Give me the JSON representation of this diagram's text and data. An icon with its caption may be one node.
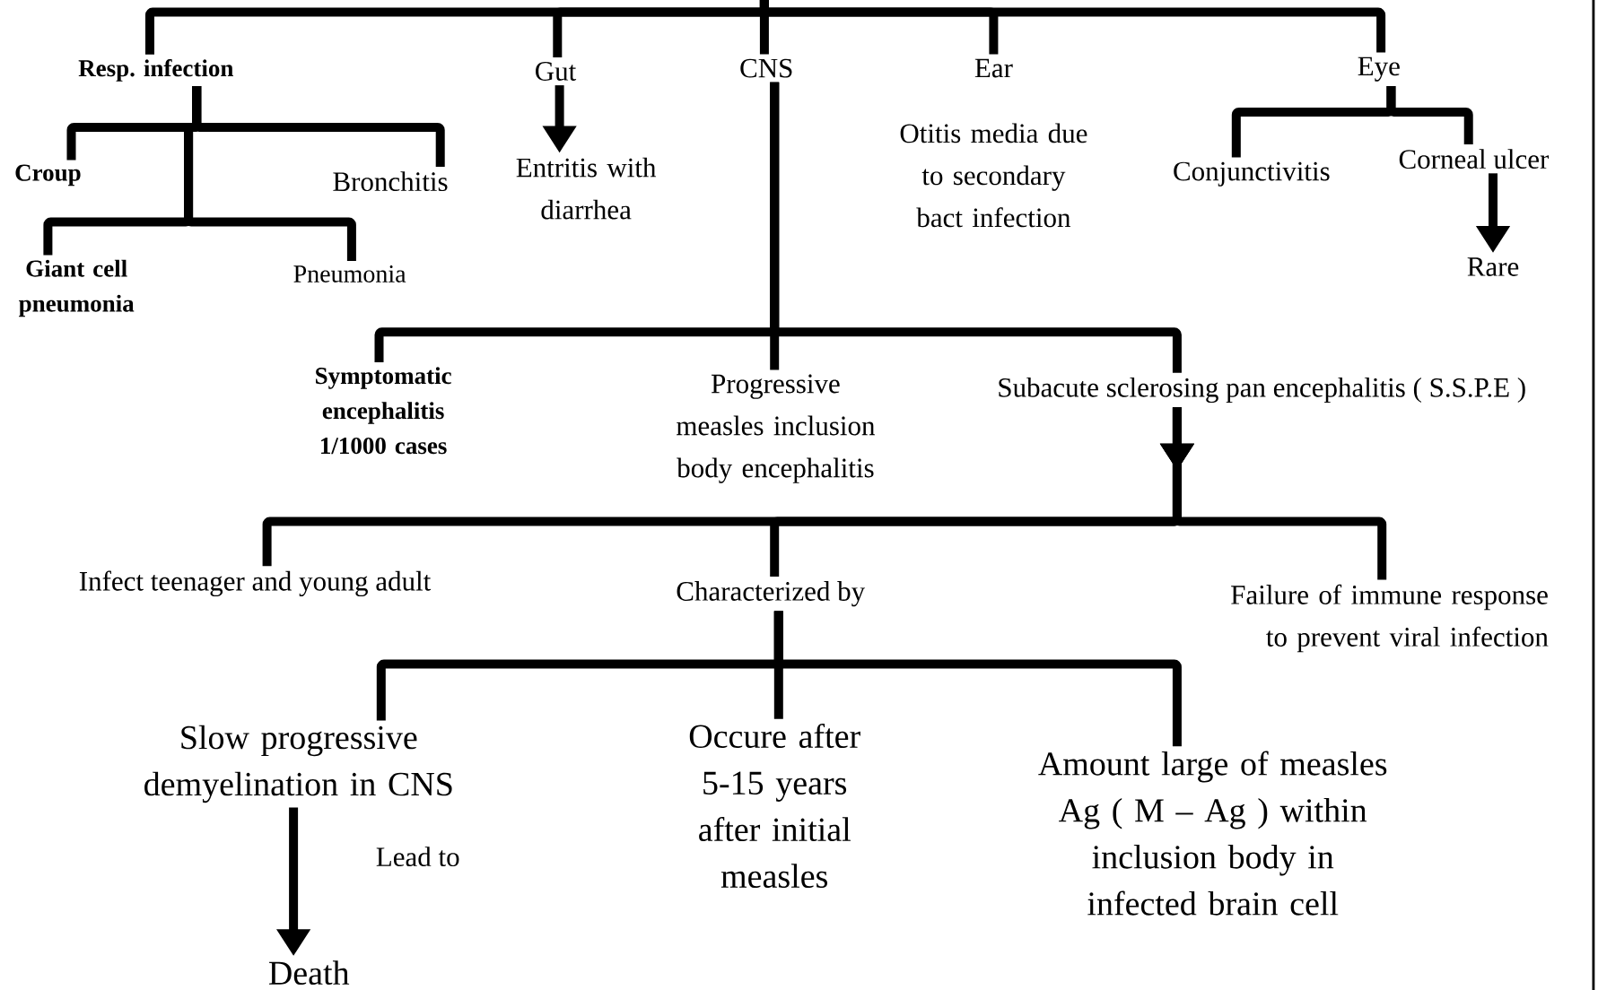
{
  "diagram": {
    "nodes": [
      {
        "text": [
          "Resp. infection"
        ]
      },
      {
        "text": [
          "Croup"
        ]
      },
      {
        "text": [
          "Bronchitis"
        ]
      },
      {
        "text": [
          "Giant cell pneumonia"
        ]
      },
      {
        "text": [
          "Pneumonia"
        ]
      },
      {
        "text": [
          "Gut"
        ]
      },
      {
        "text": [
          "Entritis with diarrhea"
        ]
      },
      {
        "text": [
          "CNS"
        ]
      },
      {
        "text": [
          "Ear"
        ],
        "beside": [
          "Otitis media due to secondary bact infection"
        ]
      },
      {
        "text": [
          "Eye"
        ]
      },
      {
        "text": [
          "Conjunctivitis"
        ]
      },
      {
        "text": [
          "Corneal ulcer"
        ]
      },
      {
        "text": [
          "Rare"
        ]
      },
      {
        "text": [
          "Symptomatic encephalitis 1/1000 cases"
        ]
      },
      {
        "text": [
          "Progressive measles inclusion body encephalitis"
        ]
      },
      {
        "text": [
          "Subacute sclerosing pan encephalitis ( S.S.P.E )"
        ]
      },
      {
        "text": [
          "Infect teenager and young adult"
        ]
      },
      {
        "text": [
          "Characterized by"
        ]
      },
      {
        "text": [
          "Failure of immune response to prevent viral infection"
        ]
      },
      {
        "text": [
          "Slow progressive demyelination in CNS"
        ]
      },
      {
        "text": [
          "Occure after 5-15 years after initial measles"
        ]
      },
      {
        "text": [
          "Amount large of measles Ag ( M – Ag ) within inclusion body in infected brain cell"
        ]
      },
      {
        "text": [
          "Death"
        ]
      }
    ],
    "edges": [
      {
        "from": null,
        "to": 0,
        "arrow": "none"
      },
      {
        "from": null,
        "to": 5,
        "arrow": "none"
      },
      {
        "from": null,
        "to": 7,
        "arrow": "none"
      },
      {
        "from": null,
        "to": 8,
        "arrow": "none"
      },
      {
        "from": null,
        "to": 9,
        "arrow": "none"
      },
      {
        "from": 0,
        "to": 1,
        "arrow": "none"
      },
      {
        "from": 0,
        "to": 2,
        "arrow": "none"
      },
      {
        "from": 0,
        "to": 3,
        "arrow": "none"
      },
      {
        "from": 0,
        "to": 4,
        "arrow": "none"
      },
      {
        "from": 5,
        "to": 6,
        "arrow": "to"
      },
      {
        "from": 7,
        "to": 13,
        "arrow": "none"
      },
      {
        "from": 7,
        "to": 14,
        "arrow": "none"
      },
      {
        "from": 7,
        "to": 15,
        "arrow": "none"
      },
      {
        "from": 9,
        "to": 10,
        "arrow": "none"
      },
      {
        "from": 9,
        "to": 11,
        "arrow": "none"
      },
      {
        "from": 11,
        "to": 12,
        "arrow": "to"
      },
      {
        "from": 15,
        "to": 16,
        "arrow": "to"
      },
      {
        "from": 15,
        "to": 17,
        "arrow": "to"
      },
      {
        "from": 15,
        "to": 18,
        "arrow": "to"
      },
      {
        "from": 17,
        "to": 19,
        "arrow": "none"
      },
      {
        "from": 17,
        "to": 20,
        "arrow": "none"
      },
      {
        "from": 17,
        "to": 21,
        "arrow": "none"
      },
      {
        "from": 19,
        "to": 22,
        "arrow": "to",
        "label": "Lead to"
      }
    ]
  }
}
